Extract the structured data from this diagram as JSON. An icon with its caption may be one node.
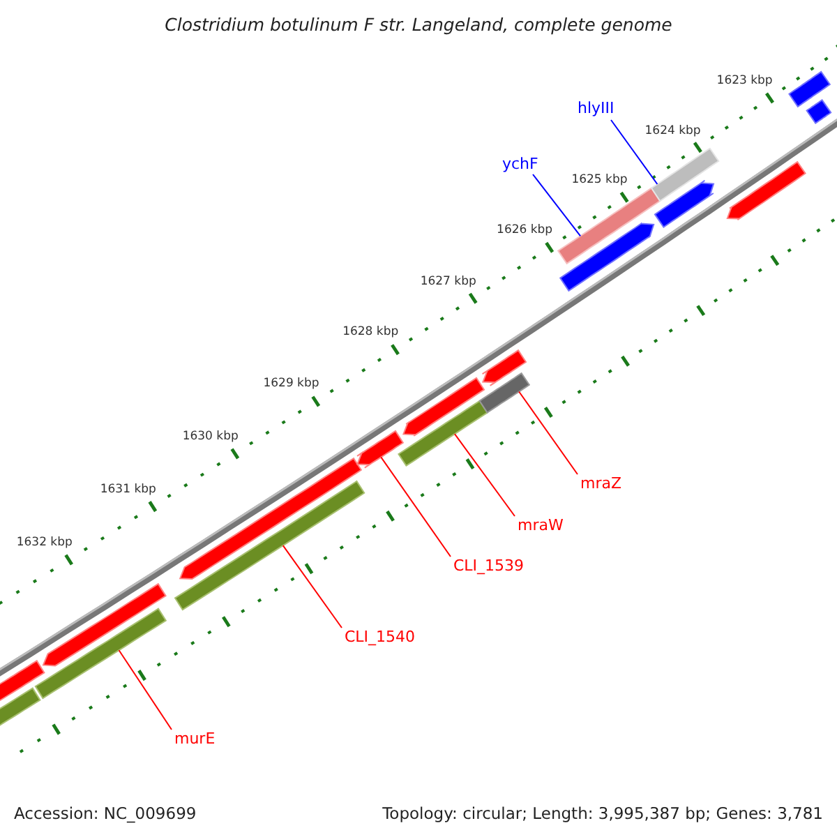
{
  "diagram": {
    "title": "Clostridium botulinum F str. Langeland, complete genome",
    "nodes": [
      {
        "text": [
          "hlyIII"
        ]
      },
      {
        "text": [
          "ychF"
        ]
      },
      {
        "text": [
          "mraZ"
        ]
      },
      {
        "text": [
          "mraW"
        ]
      },
      {
        "text": [
          "CLI_1539"
        ]
      },
      {
        "text": [
          "CLI_1540"
        ]
      },
      {
        "text": [
          "murE"
        ]
      },
      {
        "text": [],
        "shape": "bar"
      },
      {
        "text": [],
        "shape": "bar"
      },
      {
        "text": [],
        "shape": "bar"
      },
      {
        "text": [],
        "shape": "bar"
      },
      {
        "text": [],
        "shape": "bar"
      },
      {
        "text": [],
        "shape": "bar"
      },
      {
        "text": [],
        "shape": "bar"
      },
      {
        "text": [],
        "shape": "bar"
      },
      {
        "text": [],
        "shape": "bar"
      },
      {
        "text": [],
        "shape": "bar"
      },
      {
        "text": [],
        "shape": "bar"
      },
      {
        "text": [],
        "shape": "bar"
      },
      {
        "text": [],
        "shape": "bar"
      },
      {
        "text": [],
        "shape": "bar"
      },
      {
        "text": [],
        "shape": "bar"
      },
      {
        "text": [],
        "shape": "bar"
      },
      {
        "text": [],
        "shape": "bar"
      },
      {
        "text": [],
        "shape": "bar"
      }
    ],
    "edges": [
      {
        "from": 0,
        "to": 20,
        "arrow": "none",
        "color": "#0000ff"
      },
      {
        "from": 1,
        "to": 18,
        "arrow": "none",
        "color": "#0000ff"
      },
      {
        "from": 2,
        "to": 16,
        "arrow": "none"
      },
      {
        "from": 3,
        "to": 14,
        "arrow": "none"
      },
      {
        "from": 4,
        "to": 13,
        "arrow": "none"
      },
      {
        "from": 5,
        "to": 11,
        "arrow": "none"
      },
      {
        "from": 6,
        "to": 9,
        "arrow": "none"
      }
    ],
    "labels": [
      "1623 kbp",
      "1624 kbp",
      "1625 kbp",
      "1626 kbp",
      "1627 kbp",
      "1628 kbp",
      "1629 kbp",
      "1630 kbp",
      "1631 kbp",
      "1632 kbp",
      "Accession: NC_009699",
      "Topology: circular; Length: 3,995,387 bp; Genes: 3,781"
    ]
  }
}
